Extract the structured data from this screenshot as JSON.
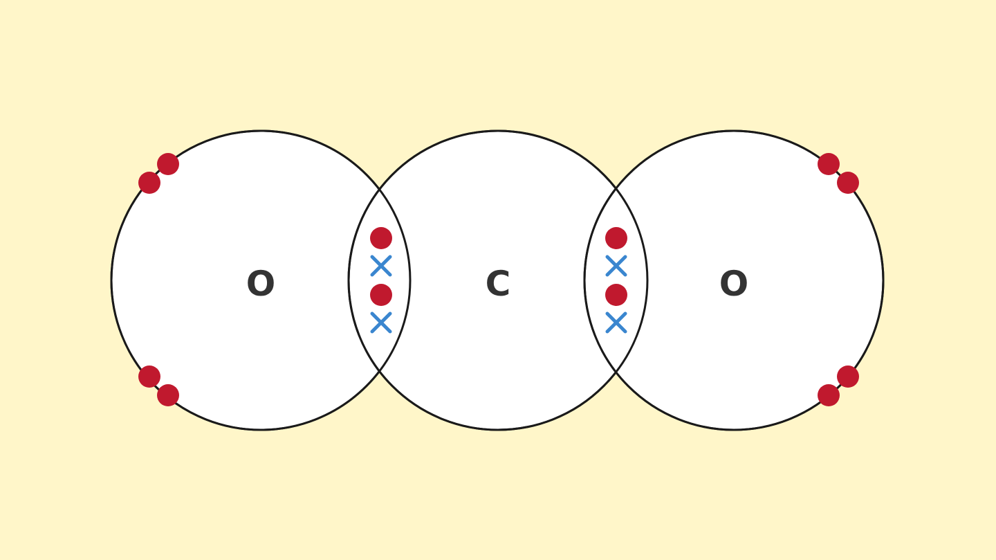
{
  "colors": {
    "background": "#FFF6C9",
    "shell_fill": "#FFFFFF",
    "shell_stroke": "#1A1A1A",
    "oxygen_electron": "#C0192E",
    "carbon_electron": "#3A86CF",
    "label": "#333333"
  },
  "atoms": [
    {
      "symbol": "O",
      "lone_pairs": 2,
      "electron_marker": "dot"
    },
    {
      "symbol": "C",
      "lone_pairs": 0,
      "electron_marker": "cross"
    },
    {
      "symbol": "O",
      "lone_pairs": 2,
      "electron_marker": "dot"
    }
  ],
  "bonds": [
    {
      "between": [
        "O",
        "C"
      ],
      "shared_electrons": [
        "dot",
        "cross",
        "dot",
        "cross"
      ]
    },
    {
      "between": [
        "C",
        "O"
      ],
      "shared_electrons": [
        "dot",
        "cross",
        "dot",
        "cross"
      ]
    }
  ]
}
